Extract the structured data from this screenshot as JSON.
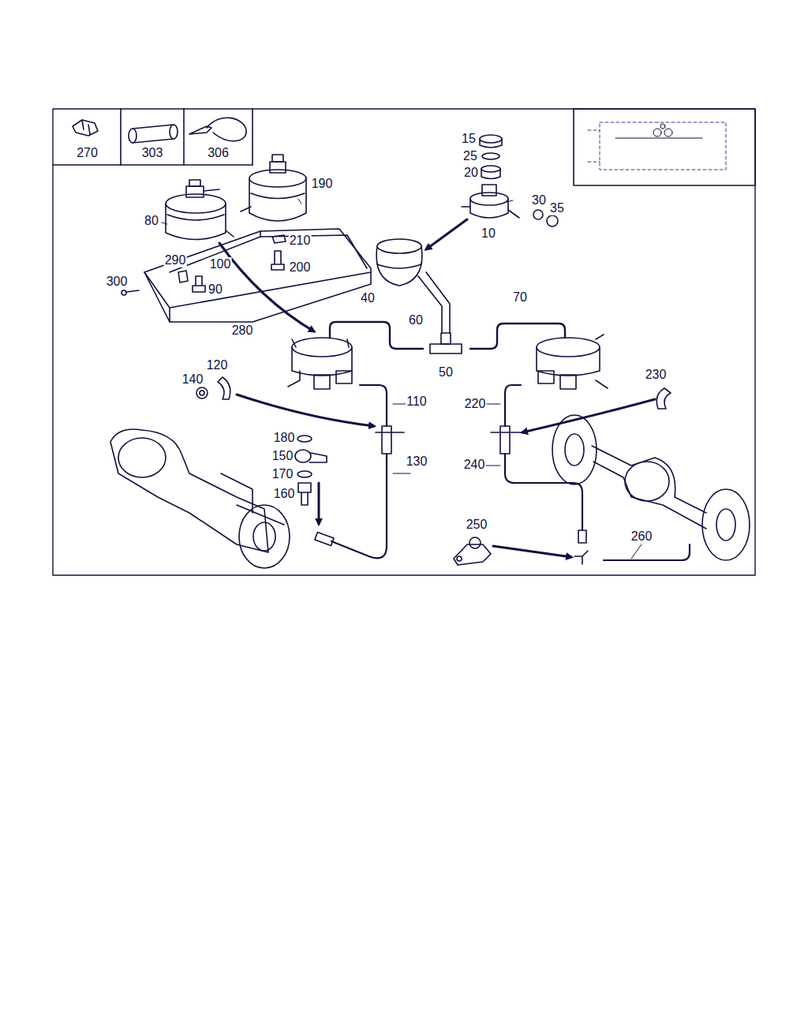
{
  "diagram": {
    "nodes": [
      {
        "text": [
          "270"
        ]
      },
      {
        "text": [
          "303"
        ]
      },
      {
        "text": [
          "306"
        ]
      }
    ],
    "labels": [
      "15",
      "25",
      "20",
      "190",
      "30",
      "35",
      "80",
      "10",
      "210",
      "290",
      "100",
      "200",
      "300",
      "90",
      "280",
      "40",
      "70",
      "60",
      "50",
      "120",
      "230",
      "140",
      "110",
      "220",
      "180",
      "150",
      "130",
      "240",
      "170",
      "160",
      "250",
      "260"
    ]
  }
}
